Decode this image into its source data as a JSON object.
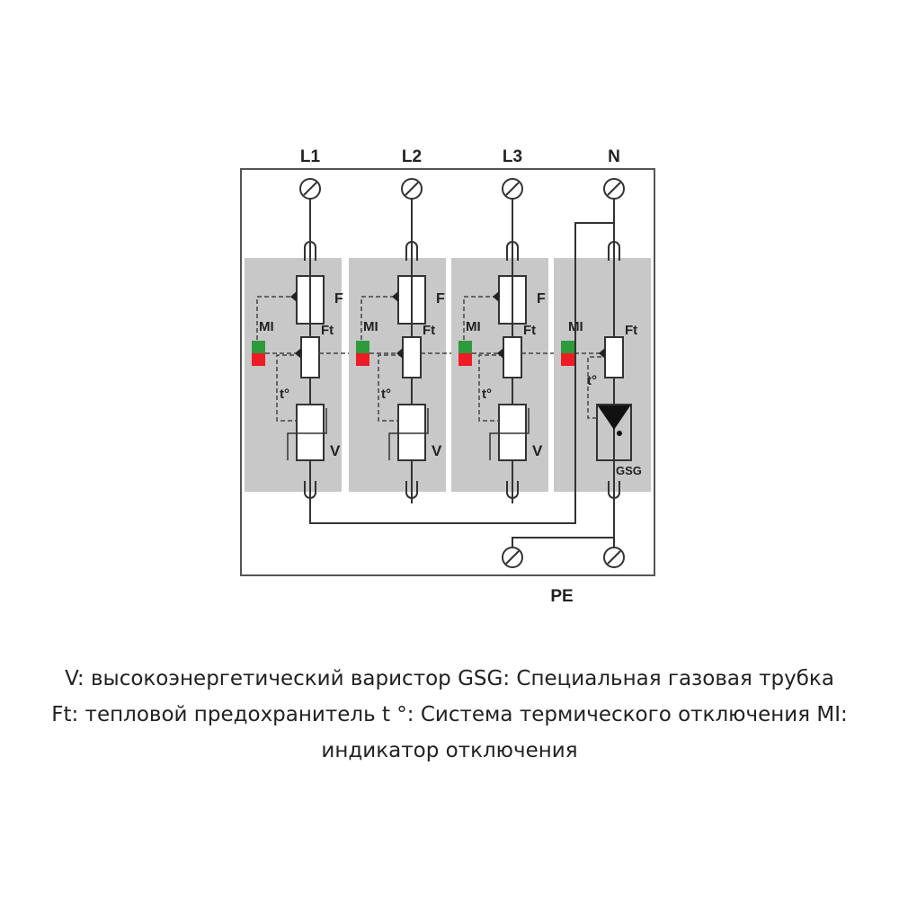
{
  "terminals": [
    "L1",
    "L2",
    "L3",
    "N"
  ],
  "pe_label": "PE",
  "component_labels": {
    "F": "F",
    "Ft": "Ft",
    "MI": "MI",
    "t": "t°",
    "V": "V",
    "GSG": "GSG"
  },
  "colors": {
    "panel": "#c8c8c8",
    "indicator_ok": "#2e9a3c",
    "indicator_fault": "#ee1c24",
    "line": "#333333"
  },
  "caption": [
    "V: высокоэнергетический варистор GSG: Специальная газовая трубка",
    "Ft: тепловой предохранитель t °: Система термического отключения MI:",
    "индикатор отключения"
  ]
}
